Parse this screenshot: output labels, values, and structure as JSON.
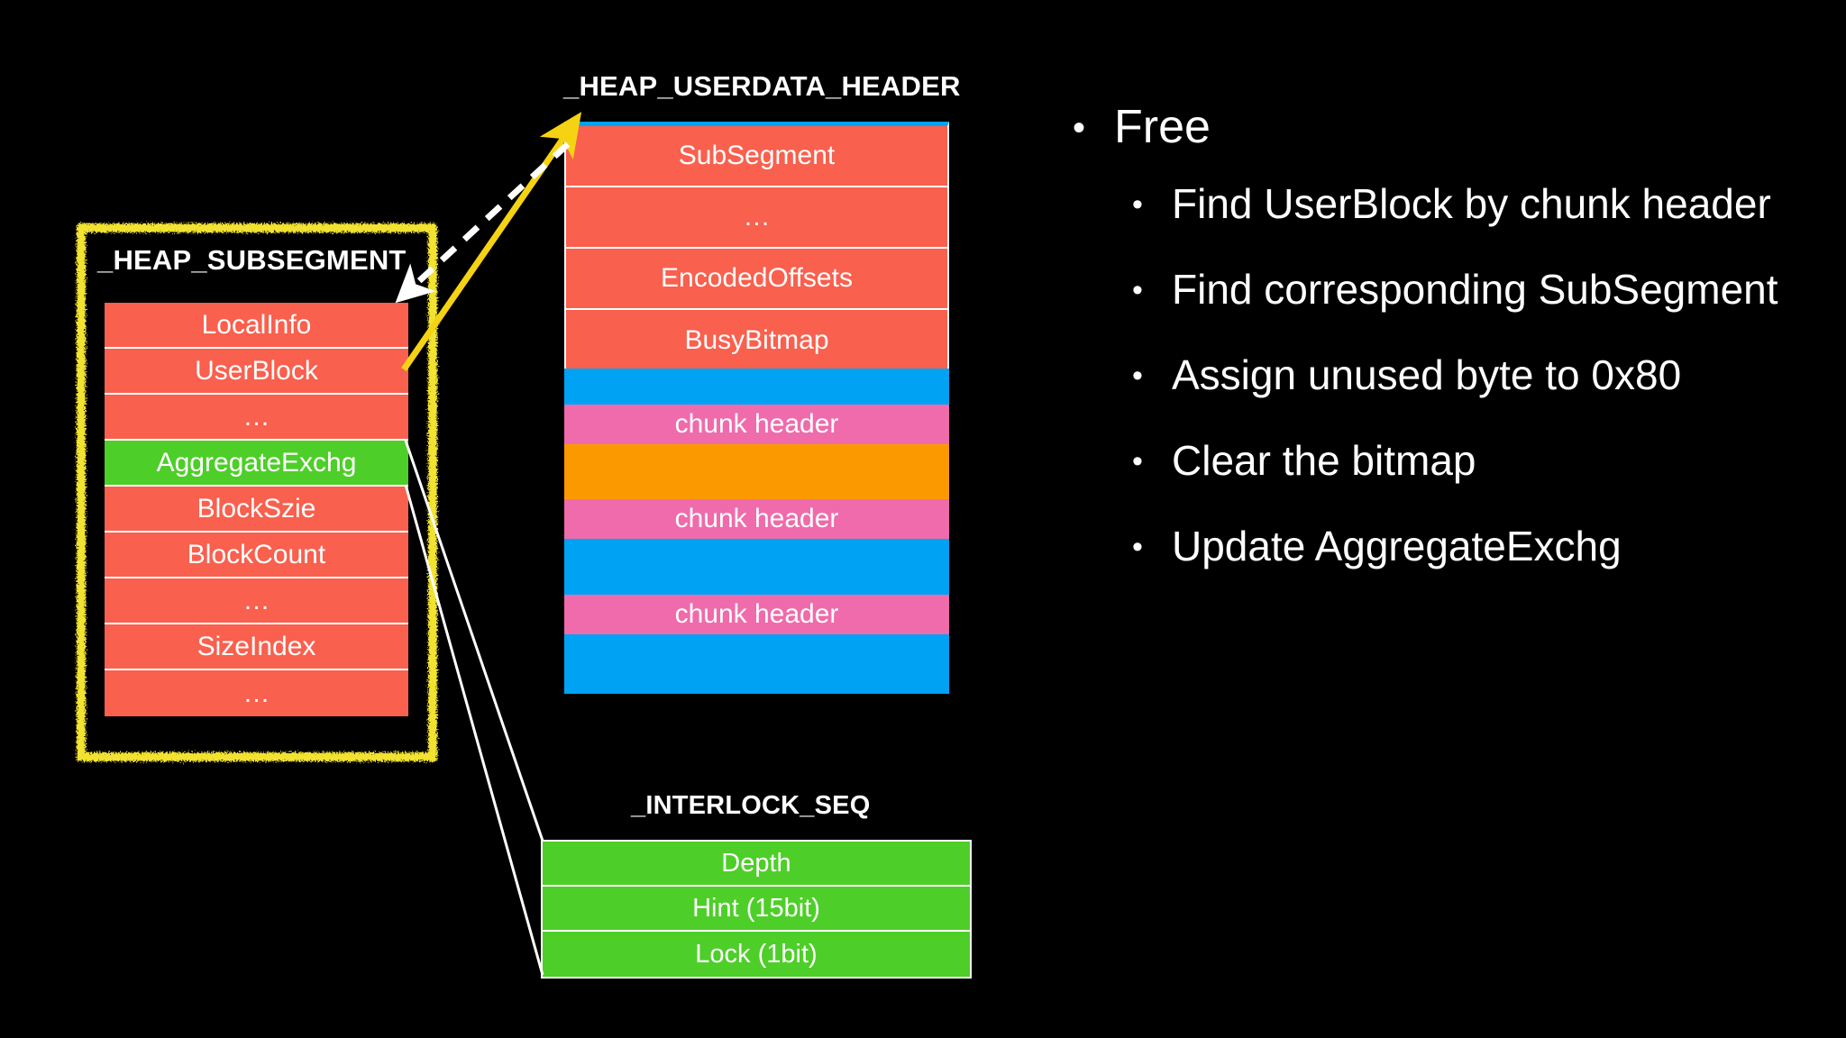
{
  "slide": {
    "background_color": "#000000",
    "text_color": "#ffffff"
  },
  "palette": {
    "red": "#f9604e",
    "green": "#4ece29",
    "pink": "#ef6bab",
    "blue": "#00a2f3",
    "orange": "#fb9a00",
    "highlight_yellow": "#f2e230",
    "arrow_yellow": "#f5d312",
    "connector_white": "#ffffff"
  },
  "subsegment": {
    "title": "_HEAP_SUBSEGMENT",
    "rows": [
      {
        "label": "LocalInfo",
        "color": "red"
      },
      {
        "label": "UserBlock",
        "color": "red"
      },
      {
        "label": "…",
        "color": "red"
      },
      {
        "label": "AggregateExchg",
        "color": "green"
      },
      {
        "label": "BlockSzie",
        "color": "red"
      },
      {
        "label": "BlockCount",
        "color": "red"
      },
      {
        "label": "…",
        "color": "red"
      },
      {
        "label": "SizeIndex",
        "color": "red"
      },
      {
        "label": "…",
        "color": "red"
      }
    ]
  },
  "userdata_header": {
    "title": "_HEAP_USERDATA_HEADER",
    "fields": [
      {
        "label": "SubSegment",
        "color": "red"
      },
      {
        "label": "…",
        "color": "red"
      },
      {
        "label": "EncodedOffsets",
        "color": "red"
      },
      {
        "label": "BusyBitmap",
        "color": "red"
      }
    ],
    "chunks": [
      {
        "label": "",
        "color": "blue",
        "height": 40
      },
      {
        "label": "chunk header",
        "color": "pink",
        "height": 44
      },
      {
        "label": "",
        "color": "orange",
        "height": 61
      },
      {
        "label": "chunk header",
        "color": "pink",
        "height": 44
      },
      {
        "label": "",
        "color": "blue",
        "height": 62
      },
      {
        "label": "chunk header",
        "color": "pink",
        "height": 44
      },
      {
        "label": "",
        "color": "blue",
        "height": 66
      }
    ]
  },
  "interlock_seq": {
    "title": "_INTERLOCK_SEQ",
    "rows": [
      {
        "label": "Depth",
        "color": "green"
      },
      {
        "label": "Hint (15bit)",
        "color": "green"
      },
      {
        "label": "Lock (1bit)",
        "color": "green"
      }
    ]
  },
  "bullets": [
    {
      "level": 1,
      "text": "Free"
    },
    {
      "level": 2,
      "text": "Find UserBlock by chunk header"
    },
    {
      "level": 2,
      "text": "Find corresponding SubSegment"
    },
    {
      "level": 2,
      "text": "Assign unused byte to 0x80"
    },
    {
      "level": 2,
      "text": "Clear the bitmap"
    },
    {
      "level": 2,
      "text": "Update AggregateExchg"
    }
  ],
  "bullet_glyphs": {
    "level1": "•",
    "level2": "•"
  },
  "connectors": [
    {
      "name": "userblock-to-userdata-arrow",
      "style": "solid-yellow",
      "from": "UserBlock row",
      "to": "_HEAP_USERDATA_HEADER top"
    },
    {
      "name": "userdata-to-subsegment-arrow",
      "style": "dashed-white",
      "from": "_HEAP_USERDATA_HEADER top",
      "to": "_HEAP_SUBSEGMENT title"
    },
    {
      "name": "aggregateexchg-to-interlock-top",
      "style": "solid-white",
      "from": "AggregateExchg top-right",
      "to": "_INTERLOCK_SEQ top-left"
    },
    {
      "name": "aggregateexchg-to-interlock-bottom",
      "style": "solid-white",
      "from": "AggregateExchg bottom-right",
      "to": "_INTERLOCK_SEQ bottom-left"
    }
  ]
}
